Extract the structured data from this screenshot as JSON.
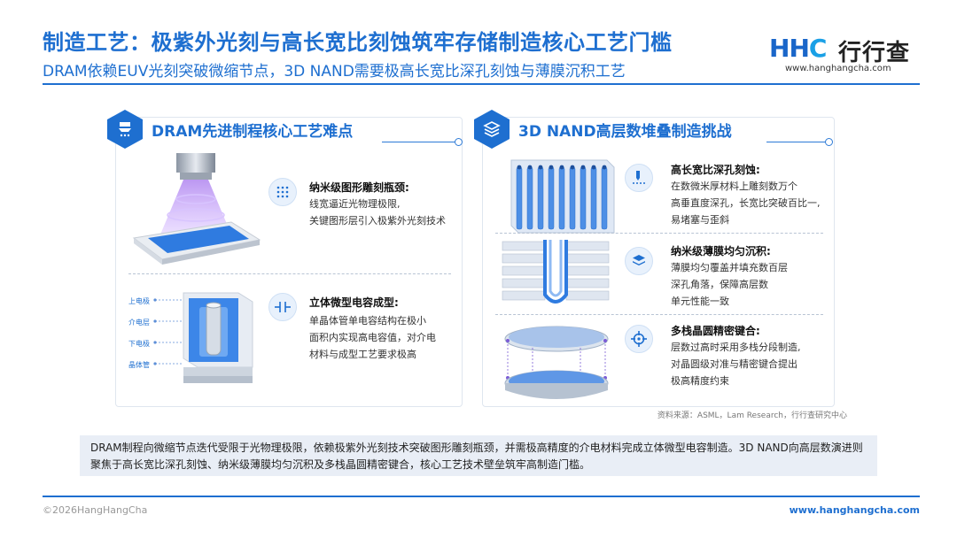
{
  "header": {
    "title": "制造工艺：极紫外光刻与高长宽比刻蚀筑牢存储制造核心工艺门槛",
    "subtitle": "DRAM依赖EUV光刻突破微缩节点，3D NAND需要极高长宽比深孔刻蚀与薄膜沉积工艺"
  },
  "logo": {
    "mark_h1": "H",
    "mark_h2": "H",
    "mark_c": "C",
    "cn": "行行查",
    "url": "www.hanghangcha.com"
  },
  "left_panel": {
    "title": "DRAM先进制程核心工艺难点",
    "icon": "lithography-icon",
    "items": [
      {
        "icon": "dot-grid-icon",
        "title": "纳米级图形雕刻瓶颈:",
        "lines": [
          "线宽逼近光物理极限,",
          "关键图形层引入极紫外光刻技术"
        ]
      },
      {
        "icon": "capacitor-icon",
        "title": "立体微型电容成型:",
        "lines": [
          "单晶体管单电容结构在极小",
          "面积内实现高电容值，对介电",
          "材料与成型工艺要求极高"
        ]
      }
    ],
    "capacitor_labels": [
      "上电极",
      "介电层",
      "下电极",
      "晶体管"
    ]
  },
  "right_panel": {
    "title": "3D NAND高层数堆叠制造挑战",
    "icon": "stack-icon",
    "items": [
      {
        "icon": "etch-icon",
        "title": "高长宽比深孔刻蚀:",
        "lines": [
          "在数微米厚材料上雕刻数万个",
          "高垂直度深孔，长宽比突破百比一,",
          "易堵塞与歪斜"
        ]
      },
      {
        "icon": "layers-icon",
        "title": "纳米级薄膜均匀沉积:",
        "lines": [
          "薄膜均匀覆盖并填充数百层",
          "深孔角落，保障高层数",
          "单元性能一致"
        ]
      },
      {
        "icon": "crosshair-icon",
        "title": "多栈晶圆精密键合:",
        "lines": [
          "层数过高时采用多栈分段制造,",
          "对晶圆级对准与精密键合提出",
          "极高精度约束"
        ]
      }
    ]
  },
  "source": "资料来源：ASML，Lam Research，行行查研究中心",
  "summary": "DRAM制程向微缩节点迭代受限于光物理极限，依赖极紫外光刻技术突破图形雕刻瓶颈，并需极高精度的介电材料完成立体微型电容制造。3D NAND向高层数演进则聚焦于高长宽比深孔刻蚀、纳米级薄膜均匀沉积及多栈晶圆精密键合，核心工艺技术壁垒筑牢高制造门槛。",
  "footer": {
    "copyright": "©2026HangHangCha",
    "url": "www.hanghangcha.com"
  },
  "colors": {
    "accent": "#1e6fd0",
    "summary_bg": "#e9eef6"
  }
}
